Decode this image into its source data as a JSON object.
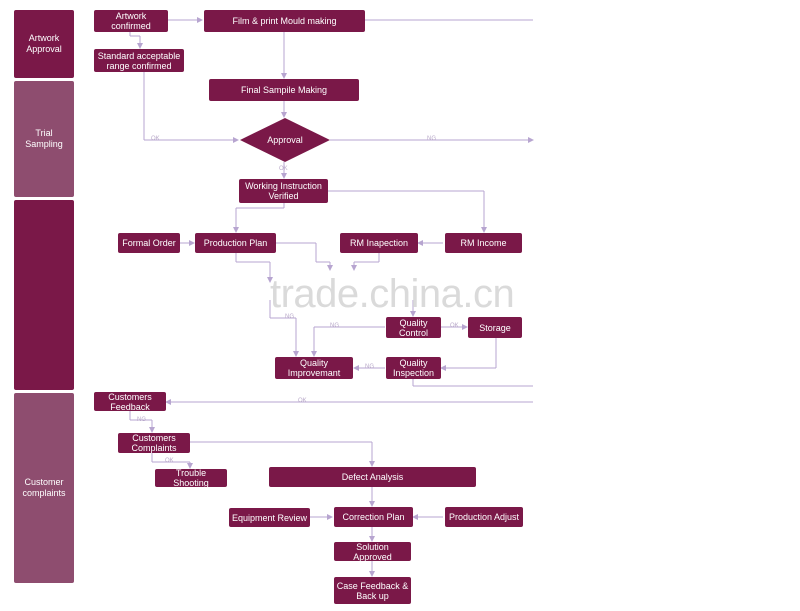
{
  "stages": [
    {
      "label": "Artwork\nApproval"
    },
    {
      "label": "Trial\nSampling"
    },
    {
      "label": ""
    },
    {
      "label": "Customer\ncomplaints"
    }
  ],
  "nodes": {
    "artwork_confirmed": "Artwork\nconfirmed",
    "film_print": "Film & print Mould making",
    "standard_range": "Standard acceptable\nrange confirmed",
    "final_sample": "Final Sampile Making",
    "approval": "Approval",
    "working_instruction": "Working Instruction\nVerified",
    "formal_order": "Formal Order",
    "production_plan": "Production Plan",
    "rm_inspection": "RM Inapection",
    "rm_income": "RM Income",
    "quality_control": "Quality\nControl",
    "storage": "Storage",
    "quality_improvement": "Quality\nImprovemant",
    "quality_inspection": "Quality\nInspection",
    "customers_feedback": "Customers\nFeedback",
    "customers_complaints": "Customers\nComplaints",
    "trouble_shooting": "Trouble Shooting",
    "defect_analysis": "Defect Analysis",
    "equipment_review": "Equipment Review",
    "correction_plan": "Correction Plan",
    "production_adjust": "Production Adjust",
    "solution_approved": "Solution Approved",
    "case_feedback": "Case Feedback &\nBack up"
  },
  "edge_labels": {
    "ok": "OK",
    "ng": "NG"
  },
  "watermark": "trade.china.cn",
  "colors": {
    "node": "#7a1848",
    "stage_dark": "#7a1848",
    "stage_light": "#8e4d6f",
    "line": "#b7a5d0"
  }
}
